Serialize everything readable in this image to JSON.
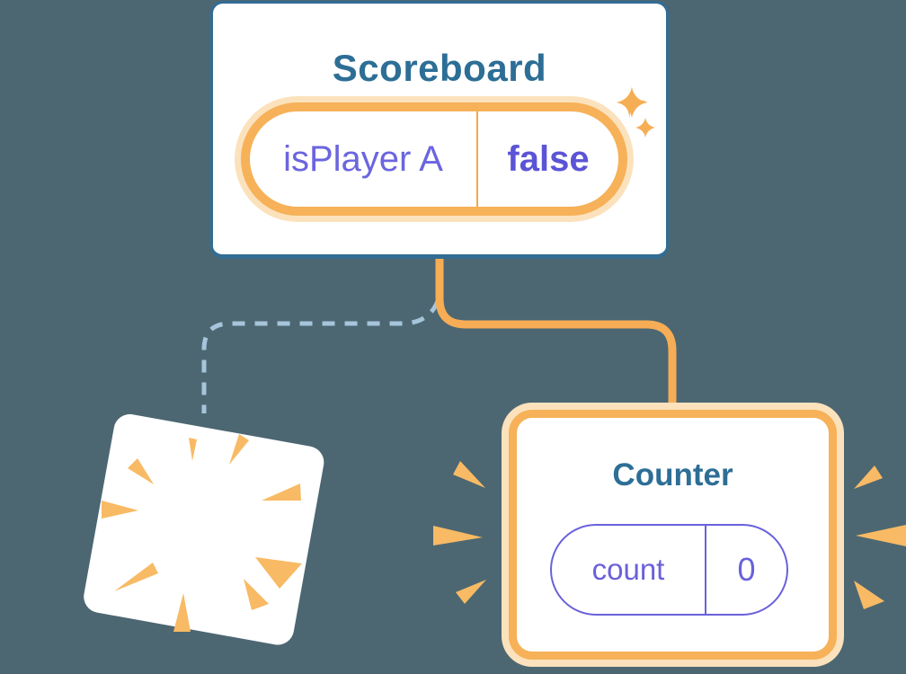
{
  "canvas": {
    "background": "#4C6772"
  },
  "scoreboard": {
    "title": "Scoreboard",
    "state": {
      "label": "isPlayer A",
      "value": "false"
    }
  },
  "counter": {
    "title": "Counter",
    "state": {
      "label": "count",
      "value": "0"
    }
  },
  "connections": {
    "scoreboard_to_counter": "solid-orange",
    "scoreboard_to_destroyed": "dashed-blue"
  },
  "icons": {
    "sparkles": "sparkle-icon",
    "burst": "poof-burst-icon",
    "emphasis": "emphasis-rays-icon"
  },
  "colors": {
    "background": "#4C6772",
    "card_border_blue": "#336C93",
    "title_teal": "#2D6E96",
    "state_purple": "#6A61DB",
    "state_purple_bold": "#5B54D6",
    "highlight_orange": "#F6AD55",
    "highlight_halo": "#FBE2BC",
    "divider_orange": "#EFA94E",
    "dashed_line_blue": "#A6C4DA",
    "card_white": "#FFFFFF"
  }
}
